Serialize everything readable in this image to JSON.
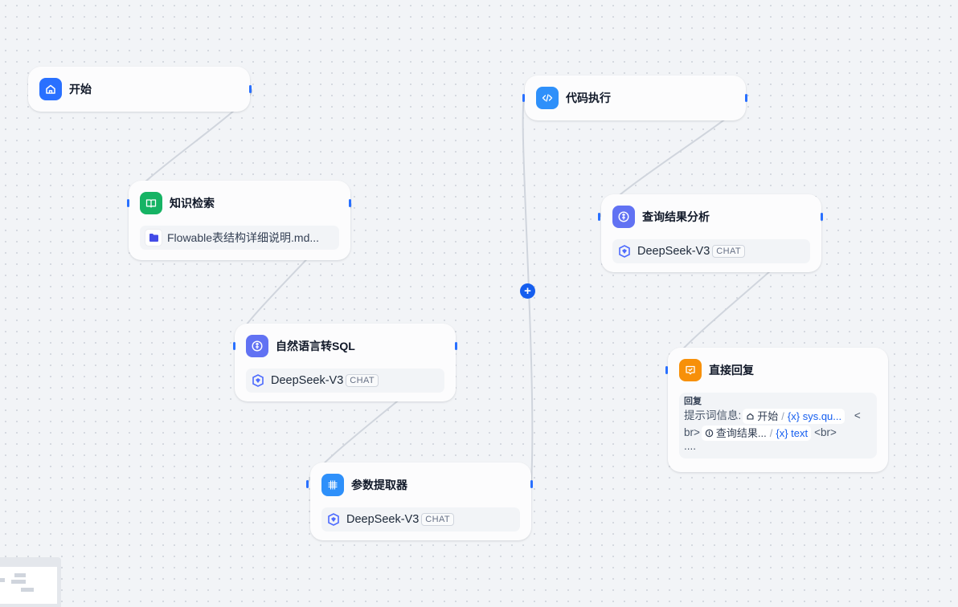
{
  "nodes": {
    "start": {
      "title": "开始",
      "icon": "home-icon",
      "color": "#2970ff"
    },
    "knowledge": {
      "title": "知识检索",
      "icon": "book-icon",
      "color": "#16b364",
      "file": "Flowable表结构详细说明.md..."
    },
    "nl2sql": {
      "title": "自然语言转SQL",
      "icon": "parameter-icon",
      "color": "#6172f3",
      "model": "DeepSeek-V3",
      "badge": "CHAT"
    },
    "extractor": {
      "title": "参数提取器",
      "icon": "grid-icon",
      "color": "#2e90fa",
      "model": "DeepSeek-V3",
      "badge": "CHAT"
    },
    "code": {
      "title": "代码执行",
      "icon": "code-icon",
      "color": "#2e90fa"
    },
    "analysis": {
      "title": "查询结果分析",
      "icon": "parameter-icon",
      "color": "#6172f3",
      "model": "DeepSeek-V3",
      "badge": "CHAT"
    },
    "answer": {
      "title": "直接回复",
      "icon": "reply-icon",
      "color": "#f79009",
      "label": "回复",
      "prefix": "提示词信息:",
      "var1_source": "开始",
      "var1_name": "{x} sys.qu...",
      "lt": "<",
      "br1": "br>",
      "var2_source": "查询结果...",
      "var2_name": "{x} text",
      "br2": "<br>",
      "ellipsis": "...."
    }
  },
  "canvas": {
    "add_button": "+"
  }
}
